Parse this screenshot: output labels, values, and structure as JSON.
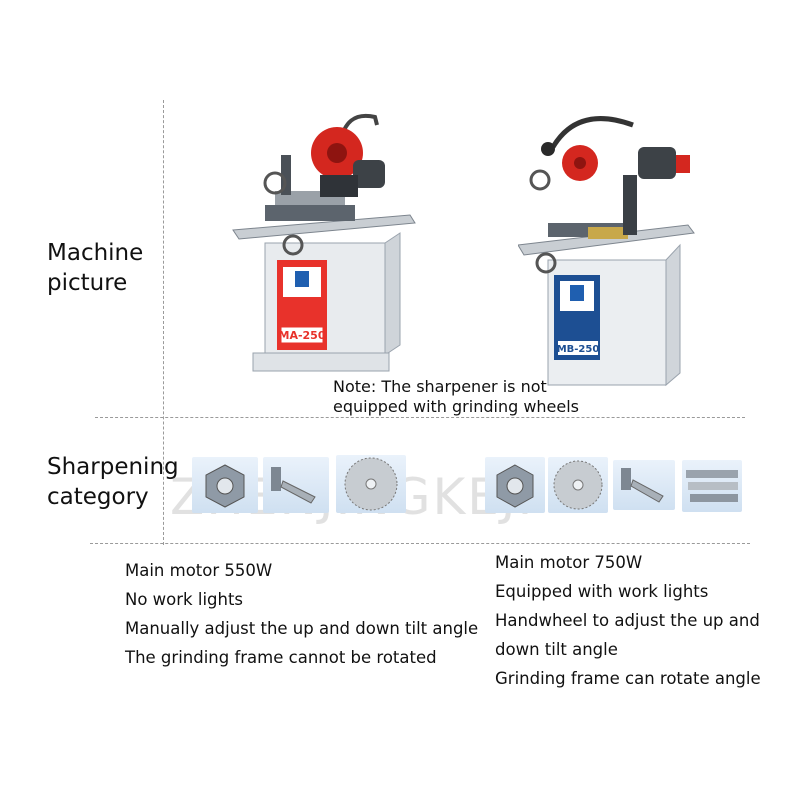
{
  "rows": {
    "machine_label": "Machine\npicture",
    "sharpening_label": "Sharpening\ncategory"
  },
  "note": "Note: The sharpener is not\nequipped with grinding wheels",
  "watermark": "ZHENJINGKEJI",
  "machines": [
    {
      "model": "MA-250",
      "specs": [
        "Main motor 550W",
        "No work lights",
        "Manually adjust the up and down tilt angle",
        "The grinding frame cannot be rotated"
      ]
    },
    {
      "model": "MB-250",
      "specs": [
        "Main motor 750W",
        "Equipped with work lights",
        "Handwheel to adjust the up and",
        "down tilt angle",
        "Grinding frame can rotate angle"
      ]
    }
  ],
  "colors": {
    "divider": "#9a9a9a",
    "motor_red": "#d4271f",
    "machine_body": "#e9ecef",
    "label_red": "#e8322b",
    "brand_blue": "#1f5fb0"
  },
  "tool_icons_left": [
    "cutter-head-icon",
    "router-bit-icon",
    "saw-blade-icon"
  ],
  "tool_icons_right": [
    "cutter-head-icon",
    "saw-blade-icon",
    "router-bit-icon",
    "planer-knife-icon"
  ]
}
